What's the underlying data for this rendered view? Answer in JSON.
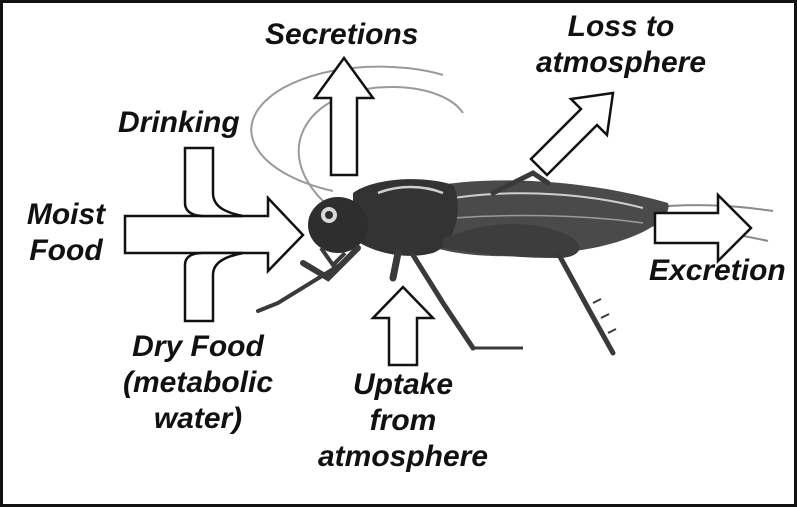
{
  "labels": {
    "secretions": "Secretions",
    "loss_line1": "Loss to",
    "loss_line2": "atmosphere",
    "drinking": "Drinking",
    "moist_line1": "Moist",
    "moist_line2": "Food",
    "excretion": "Excretion",
    "dry_line1": "Dry Food",
    "dry_line2": "(metabolic",
    "dry_line3": "water)",
    "uptake_line1": "Uptake",
    "uptake_line2": "from",
    "uptake_line3": "atmosphere"
  },
  "icons": {
    "insect": "cricket-illustration"
  },
  "colors": {
    "insect_body": "#3a3a3a",
    "insect_highlight": "#bdbdbd",
    "arrow_fill": "#ffffff",
    "arrow_stroke": "#111111",
    "frame": "#111111"
  }
}
